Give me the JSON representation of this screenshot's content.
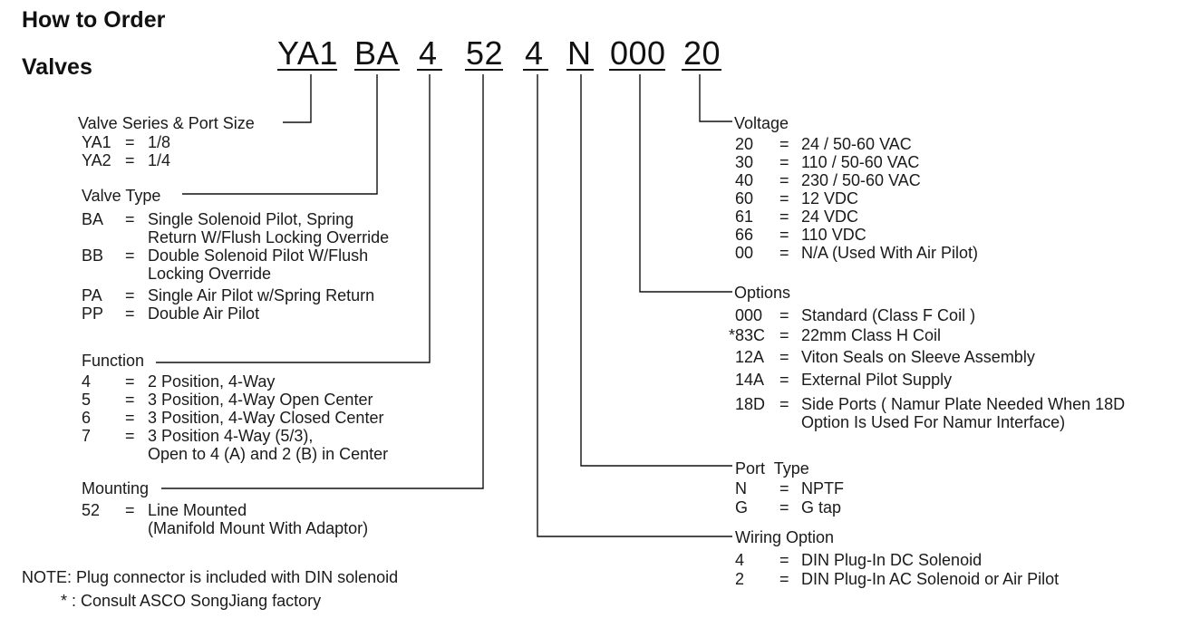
{
  "heading": {
    "line1": "How to Order",
    "line2": "Valves"
  },
  "code": {
    "parts": [
      {
        "key": "series",
        "text": "YA1"
      },
      {
        "key": "type",
        "text": "BA"
      },
      {
        "key": "function",
        "text": "4"
      },
      {
        "key": "mounting",
        "text": "52"
      },
      {
        "key": "wiring",
        "text": "4"
      },
      {
        "key": "port",
        "text": "N"
      },
      {
        "key": "options",
        "text": "000"
      },
      {
        "key": "voltage",
        "text": "20"
      }
    ]
  },
  "left_sections": [
    {
      "id": "series",
      "title": "Valve Series & Port Size",
      "rows": [
        {
          "code": "YA1",
          "eq": "=",
          "lines": [
            "1/8"
          ]
        },
        {
          "code": "YA2",
          "eq": "=",
          "lines": [
            "1/4"
          ]
        }
      ]
    },
    {
      "id": "type",
      "title": "Valve Type",
      "rows": [
        {
          "code": "BA",
          "eq": "=",
          "lines": [
            "Single Solenoid Pilot, Spring",
            "Return W/Flush Locking Override"
          ]
        },
        {
          "code": "BB",
          "eq": "=",
          "lines": [
            "Double Solenoid Pilot W/Flush",
            "Locking Override"
          ]
        },
        {
          "code": "PA",
          "eq": "=",
          "lines": [
            "Single Air Pilot w/Spring Return"
          ]
        },
        {
          "code": "PP",
          "eq": "=",
          "lines": [
            "Double Air Pilot"
          ]
        }
      ]
    },
    {
      "id": "function",
      "title": "Function",
      "rows": [
        {
          "code": "4",
          "eq": "=",
          "lines": [
            "2 Position, 4-Way"
          ]
        },
        {
          "code": "5",
          "eq": "=",
          "lines": [
            "3 Position, 4-Way Open Center"
          ]
        },
        {
          "code": "6",
          "eq": "=",
          "lines": [
            "3 Position, 4-Way Closed Center"
          ]
        },
        {
          "code": "7",
          "eq": "=",
          "lines": [
            "3 Position 4-Way (5/3),",
            "Open to 4 (A) and 2 (B) in Center"
          ]
        }
      ]
    },
    {
      "id": "mounting",
      "title": "Mounting",
      "rows": [
        {
          "code": "52",
          "eq": "=",
          "lines": [
            "Line Mounted",
            "(Manifold Mount With Adaptor)"
          ]
        }
      ]
    }
  ],
  "right_sections": [
    {
      "id": "voltage",
      "title": "Voltage",
      "rows": [
        {
          "code": "20",
          "eq": "=",
          "lines": [
            "24 / 50-60 VAC"
          ]
        },
        {
          "code": "30",
          "eq": "=",
          "lines": [
            "110 / 50-60 VAC"
          ]
        },
        {
          "code": "40",
          "eq": "=",
          "lines": [
            "230 / 50-60 VAC"
          ]
        },
        {
          "code": "60",
          "eq": "=",
          "lines": [
            "12 VDC"
          ]
        },
        {
          "code": "61",
          "eq": "=",
          "lines": [
            "24 VDC"
          ]
        },
        {
          "code": "66",
          "eq": "=",
          "lines": [
            "110 VDC"
          ]
        },
        {
          "code": "00",
          "eq": "=",
          "lines": [
            "N/A (Used With Air Pilot)"
          ]
        }
      ]
    },
    {
      "id": "options",
      "title": "Options",
      "rows": [
        {
          "code": "000",
          "eq": "=",
          "lines": [
            "Standard (Class F Coil )"
          ]
        },
        {
          "code": "*83C",
          "eq": "=",
          "lines": [
            "22mm Class H Coil"
          ]
        },
        {
          "code": "12A",
          "eq": "=",
          "lines": [
            "Viton Seals on Sleeve Assembly"
          ]
        },
        {
          "code": "14A",
          "eq": "=",
          "lines": [
            "External Pilot Supply"
          ]
        },
        {
          "code": "18D",
          "eq": "=",
          "lines": [
            "Side Ports ( Namur Plate Needed When 18D",
            "Option Is Used For Namur Interface)"
          ]
        }
      ]
    },
    {
      "id": "port",
      "title": "Port  Type",
      "rows": [
        {
          "code": "N",
          "eq": "=",
          "lines": [
            "NPTF"
          ]
        },
        {
          "code": "G",
          "eq": "=",
          "lines": [
            "G tap"
          ]
        }
      ]
    },
    {
      "id": "wiring",
      "title": "Wiring Option",
      "rows": [
        {
          "code": "4",
          "eq": "=",
          "lines": [
            "DIN Plug-In DC Solenoid"
          ]
        },
        {
          "code": "2",
          "eq": "=",
          "lines": [
            "DIN Plug-In AC Solenoid or Air Pilot"
          ]
        }
      ]
    }
  ],
  "notes": {
    "line1": "NOTE: Plug connector is included with DIN solenoid",
    "line2": "* : Consult ASCO SongJiang factory"
  }
}
